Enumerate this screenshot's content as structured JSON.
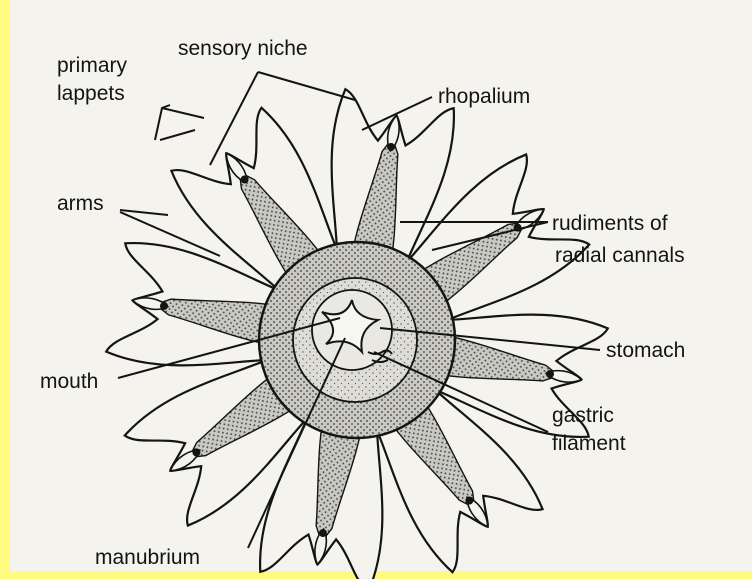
{
  "diagram": {
    "labels": {
      "primary_lappets_1": "primary",
      "primary_lappets_2": "lappets",
      "sensory_niche": "sensory niche",
      "rhopalium": "rhopalium",
      "arms": "arms",
      "rudiments_1": "rudiments of",
      "rudiments_2": "radial cannals",
      "mouth": "mouth",
      "stomach": "stomach",
      "gastric_1": "gastric",
      "gastric_2": "filament",
      "manubrium": "manubrium"
    },
    "colors": {
      "background_border": "#fefb7e",
      "paper": "#f4f3ee",
      "ink": "#141414",
      "stipple": "#8c8c8c"
    }
  }
}
